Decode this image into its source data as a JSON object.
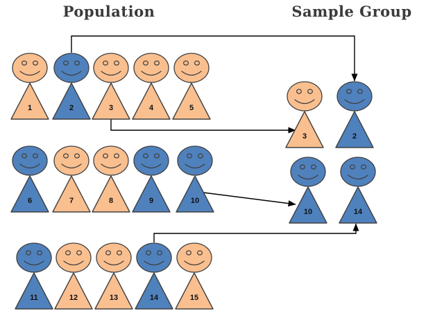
{
  "titles": {
    "population": "Population",
    "sample_group": "Sample Group"
  },
  "colors": {
    "orange": "#FABF8F",
    "blue": "#4F81BD",
    "outline": "#404040",
    "arrow": "#000000",
    "title_text": "#3B3B3B",
    "number_text": "#111111",
    "background": "#FFFFFF"
  },
  "population": {
    "rows": [
      [
        {
          "number": "1",
          "color": "orange"
        },
        {
          "number": "2",
          "color": "blue"
        },
        {
          "number": "3",
          "color": "orange"
        },
        {
          "number": "4",
          "color": "orange"
        },
        {
          "number": "5",
          "color": "orange"
        }
      ],
      [
        {
          "number": "6",
          "color": "blue"
        },
        {
          "number": "7",
          "color": "orange"
        },
        {
          "number": "8",
          "color": "orange"
        },
        {
          "number": "9",
          "color": "blue"
        },
        {
          "number": "10",
          "color": "blue"
        }
      ],
      [
        {
          "number": "11",
          "color": "blue"
        },
        {
          "number": "12",
          "color": "orange"
        },
        {
          "number": "13",
          "color": "orange"
        },
        {
          "number": "14",
          "color": "blue"
        },
        {
          "number": "15",
          "color": "orange"
        }
      ]
    ]
  },
  "sample_group": {
    "rows": [
      [
        {
          "number": "3",
          "color": "orange"
        },
        {
          "number": "2",
          "color": "blue"
        }
      ],
      [
        {
          "number": "10",
          "color": "blue"
        },
        {
          "number": "14",
          "color": "blue"
        }
      ]
    ]
  },
  "connections": [
    {
      "from_population": "2",
      "to_sample": "2"
    },
    {
      "from_population": "3",
      "to_sample": "3"
    },
    {
      "from_population": "10",
      "to_sample": "10"
    },
    {
      "from_population": "14",
      "to_sample": "14"
    }
  ]
}
